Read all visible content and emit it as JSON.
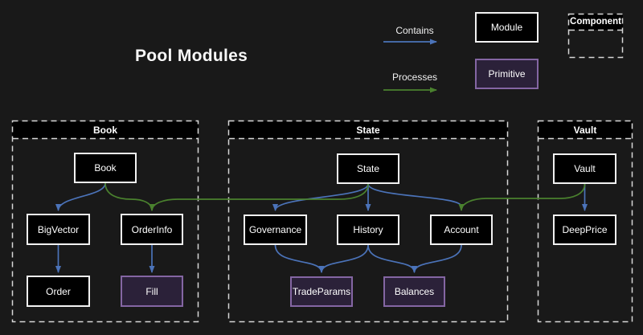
{
  "title": "Pool Modules",
  "colors": {
    "background": "#191919",
    "contains_blue": "#4b73b9",
    "processes_green": "#4a812e",
    "module_fill": "#000000",
    "module_border": "#f2f2f2",
    "primitive_fill": "#2b2139",
    "primitive_border": "#8466a3",
    "container_border": "#d8d8d8"
  },
  "legend": {
    "contains_label": "Contains",
    "processes_label": "Processes",
    "module_label": "Module",
    "primitive_label": "Primitive",
    "component_label": "Component"
  },
  "containers": {
    "book": {
      "title": "Book",
      "nodes": {
        "book": "Book",
        "bigvector": "BigVector",
        "orderinfo": "OrderInfo",
        "order": "Order",
        "fill": "Fill"
      }
    },
    "state": {
      "title": "State",
      "nodes": {
        "state": "State",
        "governance": "Governance",
        "history": "History",
        "account": "Account",
        "tradeparams": "TradeParams",
        "balances": "Balances"
      }
    },
    "vault": {
      "title": "Vault",
      "nodes": {
        "vault": "Vault",
        "deepprice": "DeepPrice"
      }
    }
  },
  "edges": {
    "contains": [
      {
        "from": "Book",
        "to": "BigVector"
      },
      {
        "from": "BigVector",
        "to": "Order"
      },
      {
        "from": "OrderInfo",
        "to": "Fill"
      },
      {
        "from": "State",
        "to": "Governance"
      },
      {
        "from": "State",
        "to": "History"
      },
      {
        "from": "State",
        "to": "Account"
      },
      {
        "from": "Governance",
        "to": "TradeParams"
      },
      {
        "from": "History",
        "to": "TradeParams"
      },
      {
        "from": "History",
        "to": "Balances"
      },
      {
        "from": "Account",
        "to": "Balances"
      },
      {
        "from": "Vault",
        "to": "DeepPrice"
      }
    ],
    "processes": [
      {
        "from": "Book",
        "to": "OrderInfo"
      },
      {
        "from": "State",
        "to": "OrderInfo"
      },
      {
        "from": "Vault",
        "to": "Account"
      }
    ]
  }
}
